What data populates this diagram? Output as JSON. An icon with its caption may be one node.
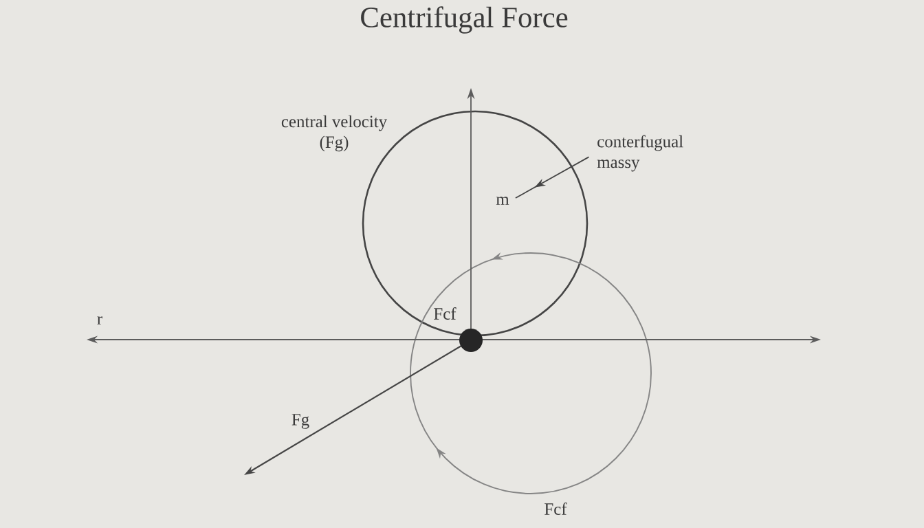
{
  "diagram": {
    "title": "Centrifugal Force",
    "nodes": [
      {
        "text": [
          "conterfugual massy"
        ]
      },
      {
        "text": [
          "m"
        ]
      }
    ],
    "edges": [
      {
        "from": 0,
        "to": 1,
        "arrow": "to"
      }
    ],
    "labels": [
      "central velocity (Fg)",
      "Fcf",
      "r",
      "Fg",
      "Fcf"
    ]
  }
}
